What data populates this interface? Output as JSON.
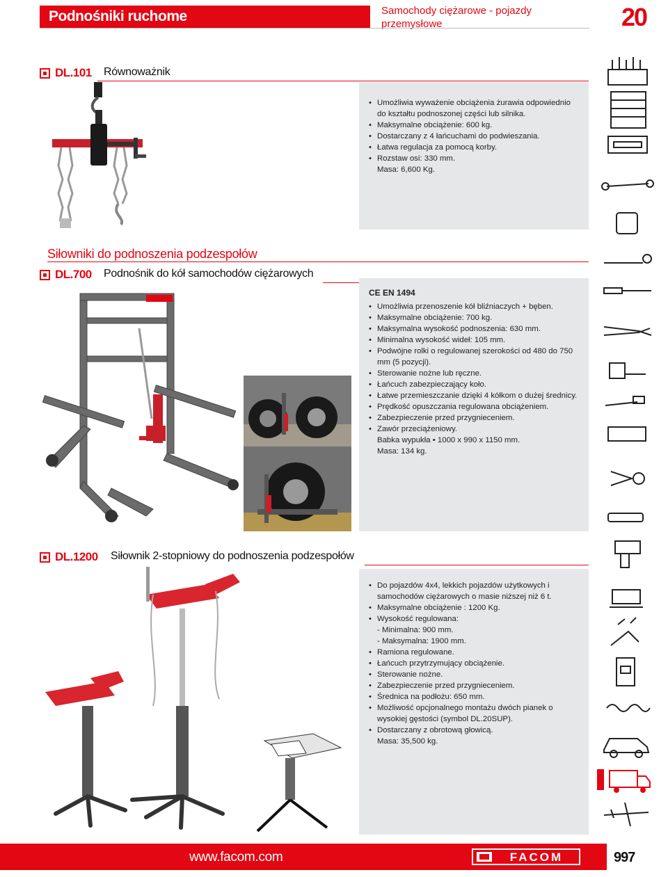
{
  "header": {
    "title": "Podnośniki ruchome",
    "subtitle": "Samochody ciężarowe - pojazdy przemysłowe",
    "section_number": "20"
  },
  "products": [
    {
      "code": "DL.101",
      "name": "Równoważnik",
      "lines": [
        {
          "bullet": true,
          "text": "Umożliwia wyważenie obciążenia żurawia odpowiednio do kształtu podnoszonej części lub silnika."
        },
        {
          "bullet": true,
          "text": "Maksymalne obciążenie: 600 kg."
        },
        {
          "bullet": true,
          "text": "Dostarczany z 4 łańcuchami do podwieszania."
        },
        {
          "bullet": true,
          "text": "Łatwa regulacja za pomocą korby."
        },
        {
          "bullet": true,
          "text": "Rozstaw osi: 330 mm."
        },
        {
          "bullet": false,
          "text": "Masa: 6,600 Kg."
        }
      ]
    },
    {
      "section_title": "Siłowniki do podnoszenia podzespołów",
      "code": "DL.700",
      "name": "Podnośnik do kół samochodów ciężarowych",
      "cert": "CE EN 1494",
      "lines": [
        {
          "bullet": true,
          "text": "Umożliwia przenoszenie kół bliźniaczych + bęben."
        },
        {
          "bullet": true,
          "text": "Maksymalne obciążenie: 700 kg."
        },
        {
          "bullet": true,
          "text": "Maksymalna wysokość podnoszenia: 630 mm."
        },
        {
          "bullet": true,
          "text": "Minimalna wysokość wideł: 105 mm."
        },
        {
          "bullet": true,
          "text": "Podwójne rolki o regulowanej szerokości od 480 do 750 mm (5 pozycji)."
        },
        {
          "bullet": true,
          "text": "Sterowanie nożne lub ręczne."
        },
        {
          "bullet": true,
          "text": "Łańcuch zabezpieczający koło."
        },
        {
          "bullet": true,
          "text": "Łatwe przemieszczanie dzięki 4 kółkom o dużej średnicy."
        },
        {
          "bullet": true,
          "text": "Prędkość opuszczania regulowana obciążeniem."
        },
        {
          "bullet": true,
          "text": "Zabezpieczenie przed przygnieceniem."
        },
        {
          "bullet": true,
          "text": "Zawór przeciążeniowy."
        },
        {
          "bullet": false,
          "text": "Babka wypukła • 1000 x 990 x 1150 mm."
        },
        {
          "bullet": false,
          "text": "Masa: 134 kg."
        }
      ]
    },
    {
      "code": "DL.1200",
      "name": "Siłownik 2-stopniowy do podnoszenia podzespołów",
      "lines": [
        {
          "bullet": true,
          "text": "Do pojazdów 4x4, lekkich pojazdów użytkowych i samochodów ciężarowych o masie niższej niż 6 t."
        },
        {
          "bullet": true,
          "text": "Maksymalne obciążenie : 1200 Kg."
        },
        {
          "bullet": true,
          "text": "Wysokość regulowana:"
        },
        {
          "bullet": false,
          "text": "- Minimalna: 900 mm."
        },
        {
          "bullet": false,
          "text": "- Maksymalna: 1900 mm."
        },
        {
          "bullet": true,
          "text": "Ramiona regulowane."
        },
        {
          "bullet": true,
          "text": "Łańcuch przytrzymujący obciążenie."
        },
        {
          "bullet": true,
          "text": "Sterowanie nożne."
        },
        {
          "bullet": true,
          "text": "Zabezpieczenie przed przygnieceniem."
        },
        {
          "bullet": true,
          "text": "Średnica na podłożu: 650 mm."
        },
        {
          "bullet": true,
          "text": "Możliwość opcjonalnego montażu dwóch pianek o wysokiej gęstości (symbol DL.20SUP)."
        },
        {
          "bullet": true,
          "text": "Dostarczany z obrotową głowicą."
        },
        {
          "bullet": false,
          "text": "Masa: 35,500 kg."
        }
      ]
    }
  ],
  "side_icons": [
    "tool-rack-icon",
    "tool-cabinet-icon",
    "drawer-icon",
    "wrench-icon",
    "socket-icon",
    "ratchet-icon",
    "screwdriver-icon",
    "pliers-icon",
    "tape-measure-icon",
    "hammer-icon",
    "hacksaw-icon",
    "puller-icon",
    "electrical-tester-icon",
    "impact-wrench-icon",
    "vise-icon",
    "welding-icon",
    "circuit-breaker-icon",
    "spring-icon",
    "car-icon",
    "truck-icon",
    "airplane-icon"
  ],
  "footer": {
    "url": "www.facom.com",
    "brand": "FACOM",
    "page": "997"
  },
  "colors": {
    "accent": "#e30613",
    "panel": "#e6e7e8"
  }
}
